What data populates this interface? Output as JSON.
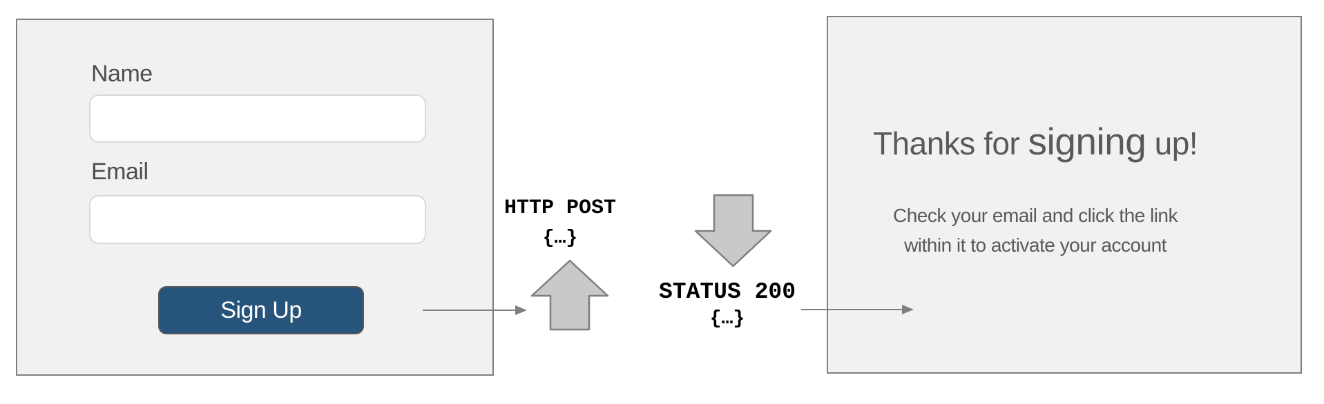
{
  "form_panel": {
    "name_label": "Name",
    "name_value": "",
    "email_label": "Email",
    "email_value": "",
    "signup_button_label": "Sign Up"
  },
  "request": {
    "title": "HTTP POST",
    "body": "{…}"
  },
  "response": {
    "title": "STATUS 200",
    "body": "{…}"
  },
  "confirmation_panel": {
    "heading_prefix": "Thanks for ",
    "heading_emphasis": "signing",
    "heading_suffix": " up!",
    "subtitle_line1": "Check your email and click the link",
    "subtitle_line2": "within it to activate your account"
  },
  "colors": {
    "panel_background": "#f1f1f2",
    "panel_border": "#7f7f7f",
    "button_background": "#27547b",
    "button_text": "#ffffff",
    "input_border": "#d9d9d9",
    "label_text": "#4d4d4d",
    "confirmation_text": "#595959",
    "mono_text": "#000000",
    "arrow_fill": "#c9c9c9",
    "arrow_stroke": "#7f7f7f"
  }
}
